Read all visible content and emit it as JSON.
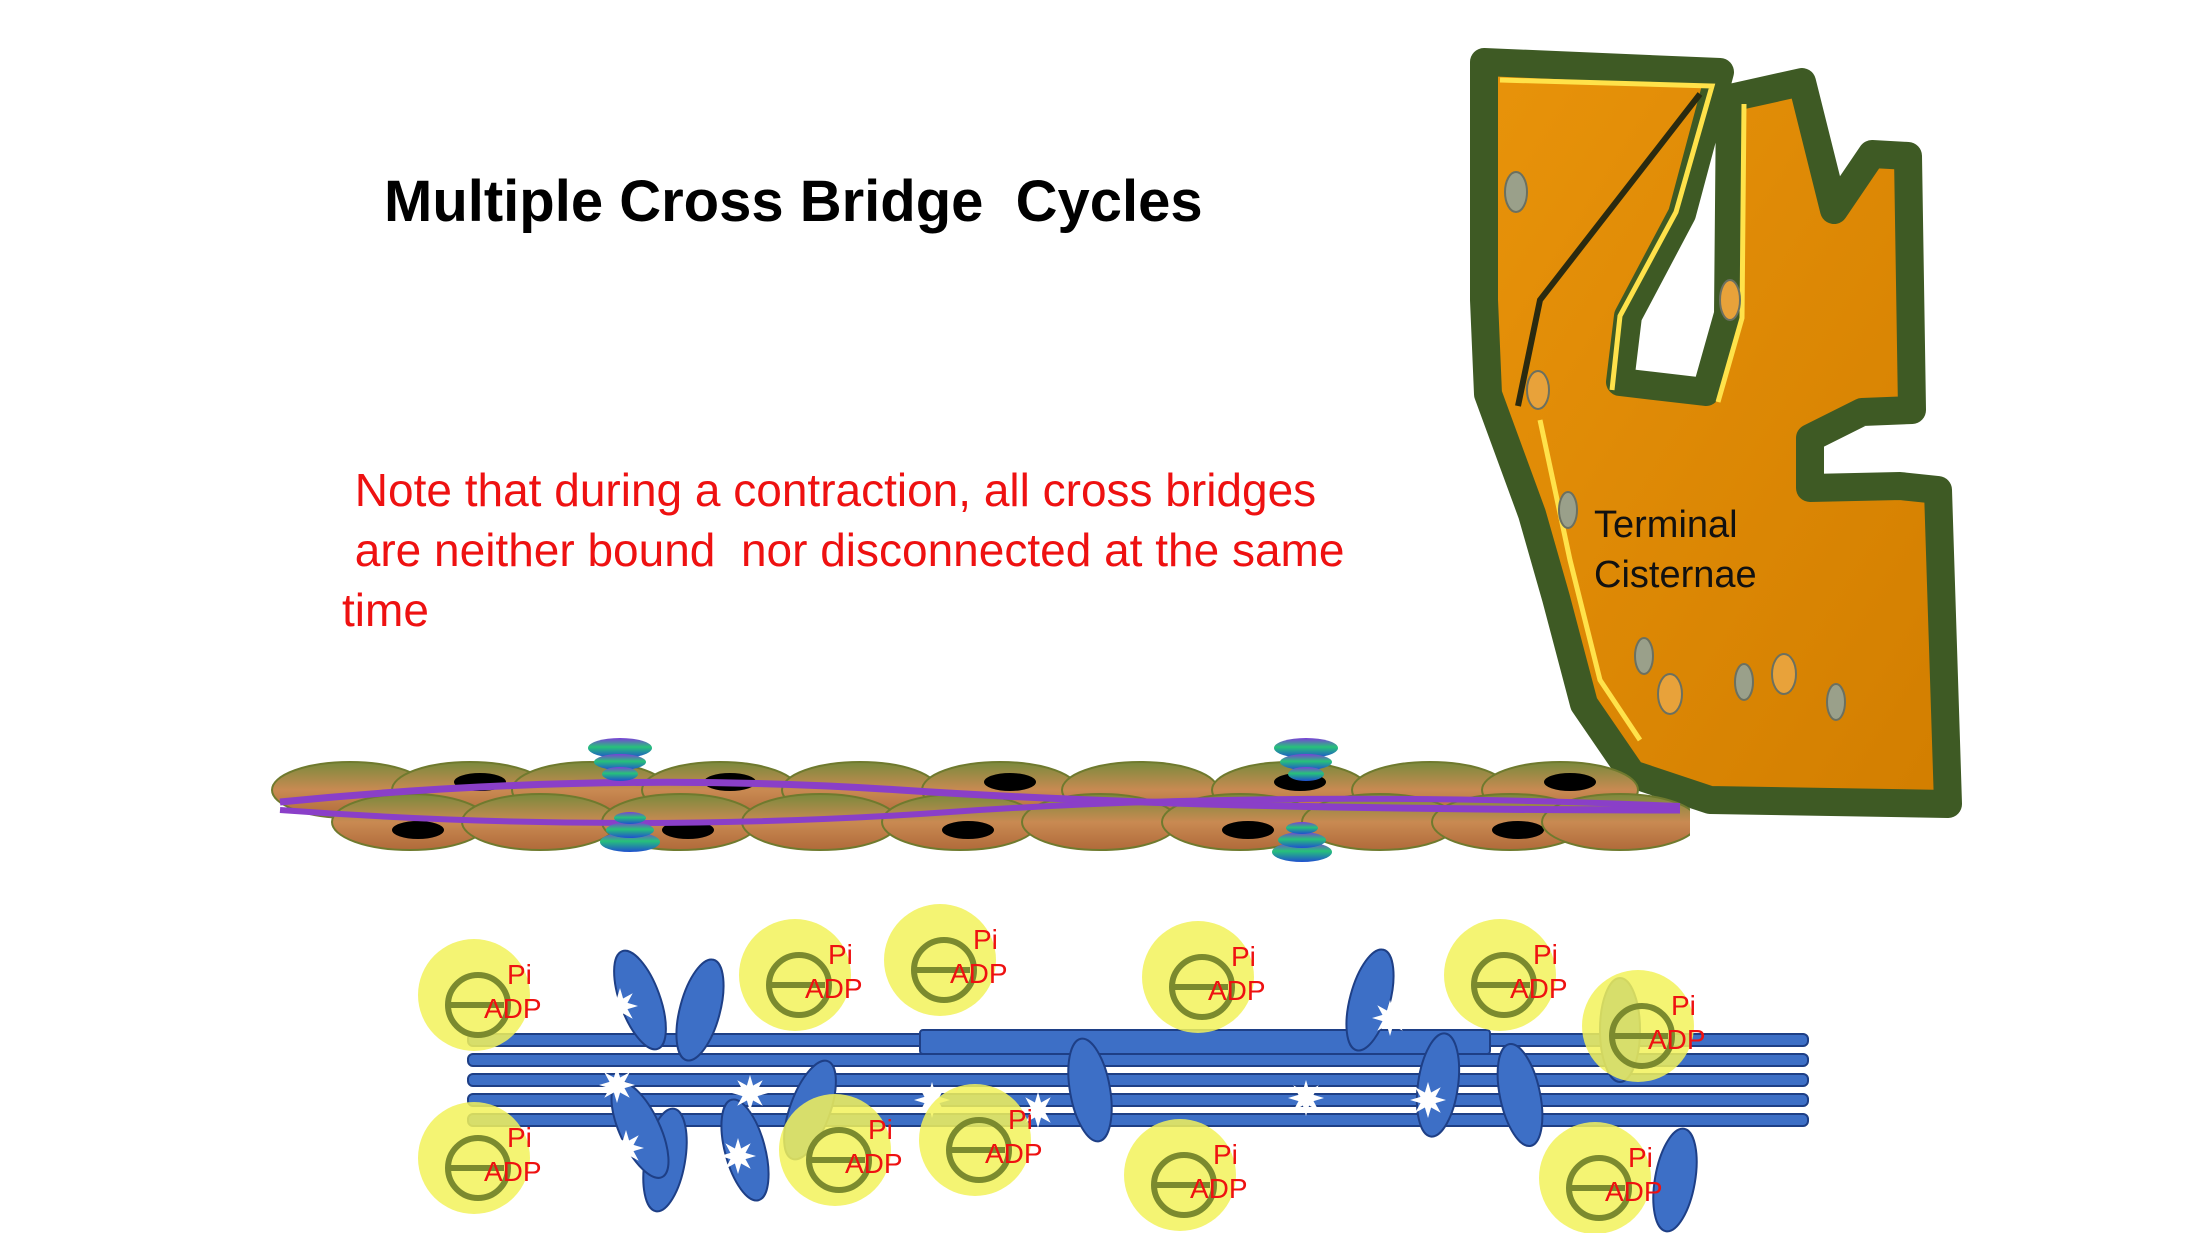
{
  "slide": {
    "title": "Multiple Cross Bridge  Cycles",
    "note_lines": [
      " Note that during a contraction, all cross bridges",
      " are neither bound  nor disconnected at the same",
      "time"
    ],
    "terminal_cisternae": {
      "line1": "Terminal",
      "line2": "Cisternae"
    },
    "myosin_head_label": {
      "pi": "Pi",
      "adp": "ADP"
    }
  },
  "colors": {
    "title": "#000000",
    "note": "#ee1111",
    "cisternae_fill": "#df8700",
    "cisternae_border": "#3e5a24",
    "myosin_blue": "#3d6fc6",
    "head_highlight": "#f2f25a",
    "label_red": "#ee1111"
  },
  "icons": [
    "actin-filament",
    "troponin-complex",
    "myosin-thick-filament",
    "myosin-head",
    "atp-spark-icon"
  ]
}
